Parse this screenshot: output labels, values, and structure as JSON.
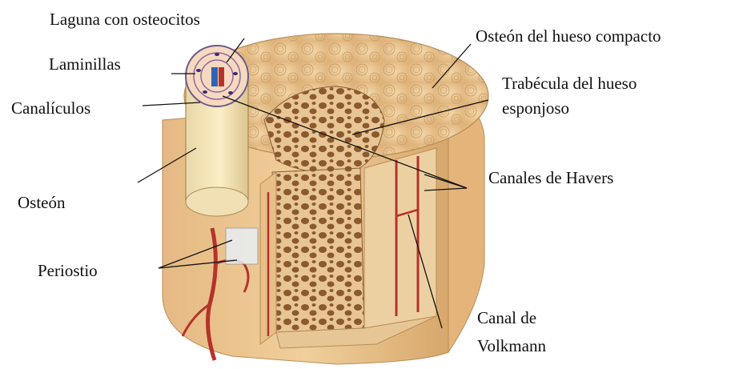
{
  "labels": {
    "laguna": "Laguna con osteocitos",
    "laminillas": "Laminillas",
    "canaliculos": "Canalículos",
    "osteon": "Osteón",
    "periostio": "Periostio",
    "osteon_compacto": "Osteón del hueso compacto",
    "trabecula_line1": "Trabécula del hueso",
    "trabecula_line2": "esponjoso",
    "havers": "Canales de Havers",
    "volkmann_line1": "Canal de",
    "volkmann_line2": "Volkmann"
  },
  "colors": {
    "bone": "#e9c38e",
    "bone_dark": "#c79a5f",
    "spongy": "#b58a57",
    "vessel": "#b5332a",
    "vein": "#2f63b8",
    "leader": "#111111"
  }
}
